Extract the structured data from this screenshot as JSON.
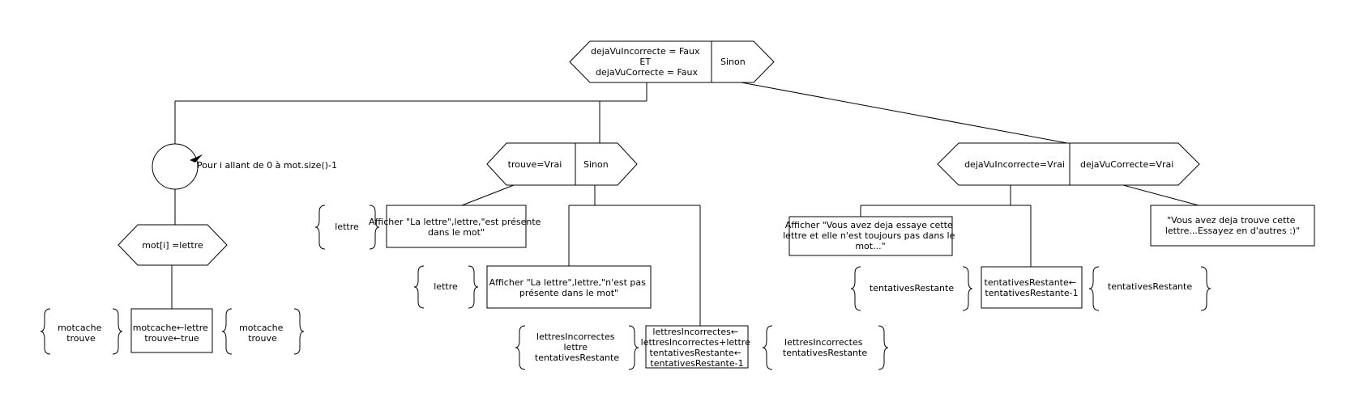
{
  "root_condition": {
    "lines": [
      "dejaVuIncorrecte = Faux",
      "ET",
      "dejaVuCorrecte = Faux"
    ],
    "else_label": "Sinon"
  },
  "loop": {
    "label": "Pour i allant de 0 à mot.size()-1",
    "condition": "mot[i] =lettre",
    "input_params": [
      "motcache",
      "trouve"
    ],
    "action": [
      "motcache←lettre",
      "trouve←true"
    ],
    "output_params": [
      "motcache",
      "trouve"
    ]
  },
  "found_condition": {
    "label": "trouve=Vrai",
    "else_label": "Sinon",
    "found_param": [
      "lettre"
    ],
    "found_action": [
      "Afficher \"La lettre\",lettre,\"est présente",
      "dans le mot\""
    ],
    "notfound_param": [
      "lettre"
    ],
    "notfound_action": [
      "Afficher \"La lettre\",lettre,\"n'est pas",
      "présente dans le mot\""
    ],
    "update_input": [
      "lettresIncorrectes",
      "lettre",
      "tentativesRestante"
    ],
    "update_action": [
      "lettresIncorrectes←",
      "lettresIncorrectes+lettre",
      "tentativesRestante←",
      "tentativesRestante-1"
    ],
    "update_output": [
      "lettresIncorrectes",
      "tentativesRestante"
    ]
  },
  "already_seen": {
    "incorrect_label": "dejaVuIncorrecte=Vrai",
    "correct_label": "dejaVuCorrecte=Vrai",
    "incorrect_action": [
      "Afficher \"Vous avez deja essaye cette",
      "lettre et elle n'est toujours pas dans le",
      "mot...\""
    ],
    "decrement_input": [
      "tentativesRestante"
    ],
    "decrement_action": [
      "tentativesRestante←",
      "tentativesRestante-1"
    ],
    "decrement_output": [
      "tentativesRestante"
    ],
    "correct_action": [
      "\"Vous avez deja trouve cette",
      "lettre...Essayez en d'autres :)\""
    ]
  }
}
